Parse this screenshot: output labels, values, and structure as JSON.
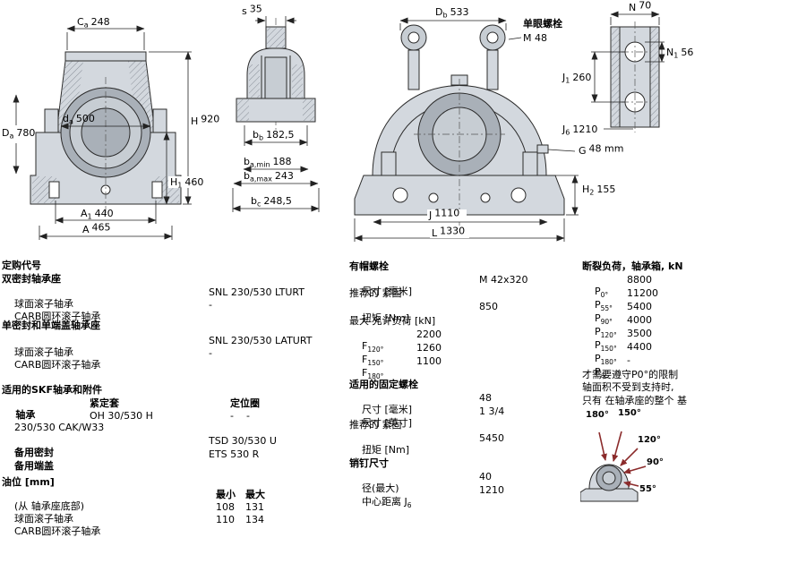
{
  "colors": {
    "background": "#ffffff",
    "line": "#1a1a1a",
    "metal_light": "#d3d8de",
    "metal_mid": "#a9b0b8",
    "metal_shaft": "#c7cdd3",
    "arrow_red": "#8b2b2b"
  },
  "drawings": {
    "front_view": {
      "ca": {
        "base": "C",
        "sub": "a",
        "value": "248"
      },
      "da": {
        "base": "d",
        "sub": "a",
        "value": "500"
      },
      "Da": {
        "base": "D",
        "sub": "a",
        "value": "780"
      },
      "H": {
        "base": "H",
        "sub": "",
        "value": "920"
      },
      "H1": {
        "base": "H",
        "sub": "1",
        "value": "460"
      },
      "A1": {
        "base": "A",
        "sub": "1",
        "value": "440"
      },
      "A": {
        "base": "A",
        "sub": "",
        "value": "465"
      }
    },
    "section_view": {
      "s": {
        "base": "s",
        "sub": "",
        "value": "35"
      },
      "bb": {
        "base": "b",
        "sub": "b",
        "value": "182,5"
      },
      "bamin": {
        "base": "b",
        "sub": "a,min",
        "value": "188"
      },
      "bamax": {
        "base": "b",
        "sub": "a,max",
        "value": "243"
      },
      "bc": {
        "base": "b",
        "sub": "c",
        "value": "248,5"
      }
    },
    "housing_view": {
      "Db": {
        "base": "D",
        "sub": "b",
        "value": "533"
      },
      "eyebolt_title": "单眼螺栓",
      "eyebolt_size": "M 48",
      "J": {
        "base": "J",
        "sub": "",
        "value": "1110"
      },
      "L": {
        "base": "L",
        "sub": "",
        "value": "1330"
      },
      "G": {
        "base": "G",
        "sub": "",
        "value": "48 mm"
      },
      "H2": {
        "base": "H",
        "sub": "2",
        "value": "155"
      }
    },
    "base_view": {
      "N": {
        "base": "N",
        "sub": "",
        "value": "70"
      },
      "N1": {
        "base": "N",
        "sub": "1",
        "value": "56"
      },
      "J1": {
        "base": "J",
        "sub": "1",
        "value": "260"
      },
      "J6": {
        "base": "J",
        "sub": "6",
        "value": "1210"
      }
    }
  },
  "ordering": {
    "title": "定购代号",
    "double_seal_header": "双密封轴承座",
    "rows_double": [
      {
        "label": "球面滚子轴承",
        "value": "SNL 230/530 LTURT"
      },
      {
        "label": "CARB圆环滚子轴承",
        "value": "-"
      }
    ],
    "single_seal_header": "单密封和单端盖轴承座",
    "rows_single": [
      {
        "label": "球面滚子轴承",
        "value": "SNL 230/530 LATURT"
      },
      {
        "label": "CARB圆环滚子轴承",
        "value": "-"
      }
    ]
  },
  "bearings": {
    "title": "适用的SKF轴承和附件",
    "col1_header": "轴承",
    "col2_header": "紧定套",
    "col3_header": "定位圈",
    "col1_value": "230/530 CAK/W33",
    "col2_value": "OH 30/530 H",
    "col3_value": "-    -",
    "spare_seal_label": "备用密封",
    "spare_seal_value": "TSD 30/530 U",
    "spare_cover_label": "备用端盖",
    "spare_cover_value": "ETS 530 R"
  },
  "oil_level": {
    "title": "油位 [mm]",
    "subtitle": "(从 轴承座底部)",
    "min_header": "最小",
    "max_header": "最大",
    "rows": [
      {
        "label": "球面滚子轴承",
        "min": "108",
        "max": "131"
      },
      {
        "label": "CARB圆环滚子轴承",
        "min": "110",
        "max": "134"
      }
    ]
  },
  "attachment_bolts": {
    "title": "有帽螺栓",
    "size_label": "尺寸 [毫米]",
    "size_value": "M 42x320",
    "tighten_label1": "推荐的 紧固",
    "torque_label": "扭矩 [Nm]",
    "torque_value": "850",
    "maxload_label": "最大 允许负荷 [kN]",
    "loads": [
      {
        "base": "F",
        "sub": "120°",
        "value": "2200"
      },
      {
        "base": "F",
        "sub": "150°",
        "value": "1260"
      },
      {
        "base": "F",
        "sub": "180°",
        "value": "1100"
      }
    ]
  },
  "fixing_bolts": {
    "title": "适用的固定螺栓",
    "size_metric_label": "尺寸 [毫米]",
    "size_metric_value": "48",
    "size_inch_label": "尺寸 [英寸]",
    "size_inch_value": "1 3/4",
    "tighten_label1": "推荐的 紧固",
    "torque_label": "扭矩 [Nm]",
    "torque_value": "5450"
  },
  "pins": {
    "title": "销钉尺寸",
    "dia_label": "径(最大)",
    "dia_value": "40",
    "cc_label": "中心距离 J",
    "cc_sub": "6",
    "cc_value": "1210"
  },
  "breaking_load": {
    "title": "断裂负荷，轴承箱, kN",
    "rows": [
      {
        "base": "P",
        "sub": "0°",
        "value": "8800"
      },
      {
        "base": "P",
        "sub": "55°",
        "value": "11200"
      },
      {
        "base": "P",
        "sub": "90°",
        "value": "5400"
      },
      {
        "base": "P",
        "sub": "120°",
        "value": "4000"
      },
      {
        "base": "P",
        "sub": "150°",
        "value": "3500"
      },
      {
        "base": "P",
        "sub": "180°",
        "value": "4400"
      },
      {
        "base": "P",
        "sub": "a",
        "value": "-"
      }
    ],
    "note_line1": "才需要遵守P0°的限制",
    "note_line2": "轴面积不受到支持时,",
    "note_line3": "只有 在轴承座的整个 基",
    "angles": [
      "180°",
      "150°",
      "120°",
      "90°",
      "55°"
    ]
  }
}
